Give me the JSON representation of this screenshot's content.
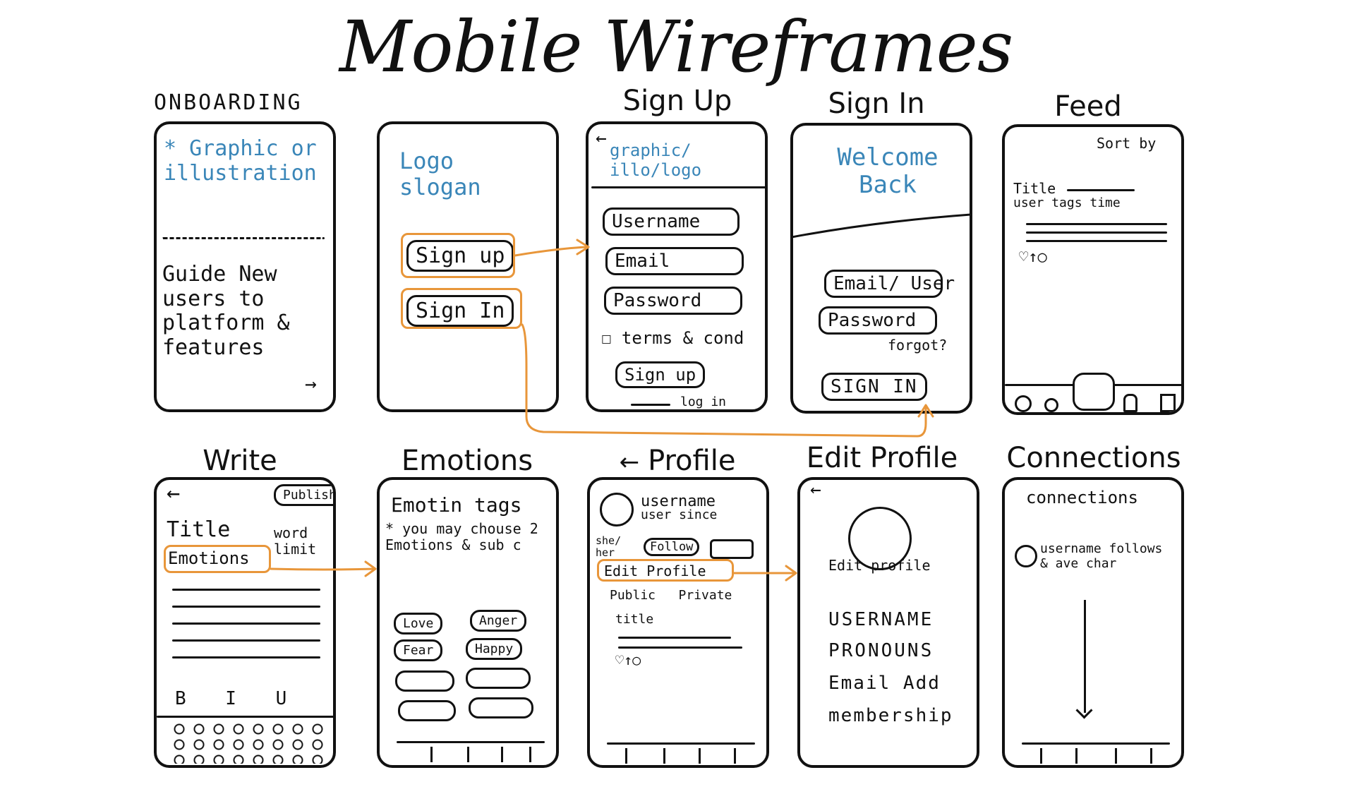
{
  "title": "Mobile Wireframes",
  "screens": {
    "onboarding": {
      "label": "ONBOARDING",
      "graphic": "* Graphic or illustration",
      "guide": "Guide New users to platform & features",
      "arrow": "→"
    },
    "logo": {
      "logo": "Logo slogan",
      "signup": "Sign up",
      "signin": "Sign In"
    },
    "signup": {
      "label": "Sign Up",
      "back": "←",
      "graphic": "graphic/ illo/logo",
      "username": "Username",
      "email": "Email",
      "password": "Password",
      "terms": "☐ terms & cond",
      "button": "Sign up",
      "login": "log in"
    },
    "signin": {
      "label": "Sign In",
      "welcome": "Welcome Back",
      "emailuser": "Email/ User",
      "password": "Password",
      "forgot": "forgot?",
      "button": "SIGN IN"
    },
    "feed": {
      "label": "Feed",
      "sort": "Sort by",
      "title": "Title",
      "meta": "user tags time",
      "icons": "♡↑○"
    },
    "write": {
      "label": "Write",
      "back": "←",
      "publish": "Publish",
      "title": "Title",
      "wordlimit": "word limit",
      "emotions": "Emotions",
      "format": "B I U"
    },
    "emotions": {
      "label": "Emotions",
      "heading": "Emotin tags",
      "note": "* you may chouse 2 Emotions & sub c",
      "tags": [
        "Love",
        "Anger",
        "Fear",
        "Happy"
      ]
    },
    "profile": {
      "label": "Profile",
      "back": "←",
      "username": "username",
      "since": "user since",
      "pronoun": "she/ her",
      "follow": "Follow",
      "edit": "Edit Profile",
      "visibility": "Public   Private",
      "posttitle": "title",
      "icons": "♡↑○"
    },
    "editprofile": {
      "label": "Edit Profile",
      "back": "←",
      "editphoto": "Edit profile",
      "fields": [
        "USERNAME",
        "PRONOUNS",
        "Email Add",
        "membership"
      ]
    },
    "connections": {
      "label": "Connections",
      "heading": "connections",
      "item": "username follows & ave char"
    }
  }
}
